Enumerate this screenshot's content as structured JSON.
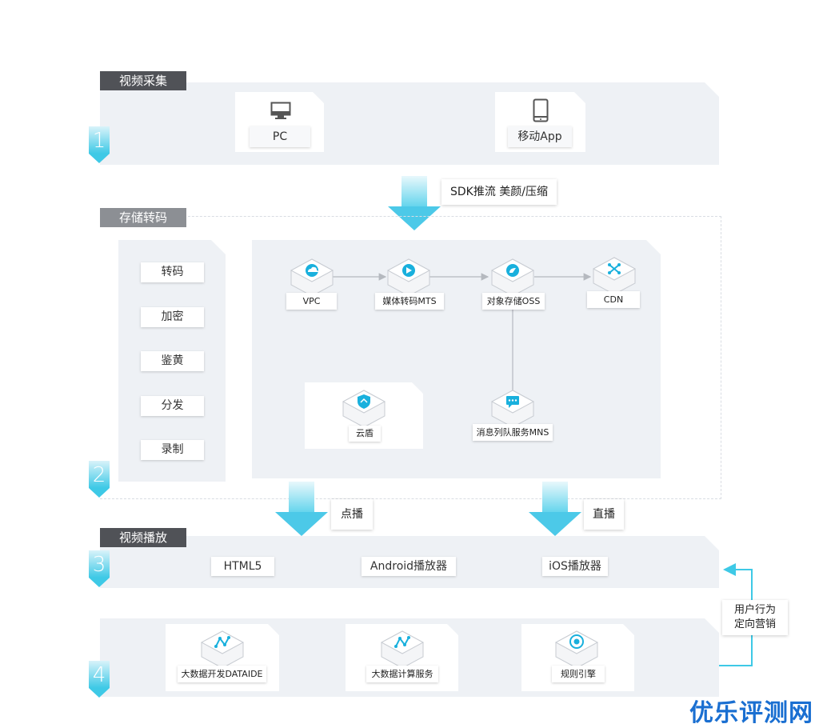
{
  "sections": {
    "capture": {
      "title": "视频采集",
      "step": "1"
    },
    "storage": {
      "title": "存储转码",
      "step": "2"
    },
    "playback": {
      "title": "视频播放",
      "step": "3"
    },
    "bigdata": {
      "step": "4"
    }
  },
  "capture_devices": [
    {
      "label": "PC",
      "icon": "monitor-icon"
    },
    {
      "label": "移动App",
      "icon": "mobile-phone-icon"
    }
  ],
  "arrow_labels": {
    "sdk": "SDK推流 美颜/压缩",
    "vod": "点播",
    "live": "直播",
    "feedback": "用户行为\n定向营销"
  },
  "storage_functions": [
    "转码",
    "加密",
    "鉴黄",
    "分发",
    "录制"
  ],
  "services": {
    "vpc": "VPC",
    "mts": "媒体转码MTS",
    "oss": "对象存储OSS",
    "cdn": "CDN",
    "shield": "云盾",
    "mns": "消息列队服务MNS"
  },
  "players": [
    "HTML5",
    "Android播放器",
    "iOS播放器"
  ],
  "bigdata_services": [
    "大数据开发DATAIDE",
    "大数据计算服务",
    "规则引擎"
  ],
  "colors": {
    "accent": "#3ec9e6",
    "title_dark": "#505257",
    "title_light": "#8c8f94",
    "band": "#eef1f5"
  },
  "watermark": "优乐评测网"
}
